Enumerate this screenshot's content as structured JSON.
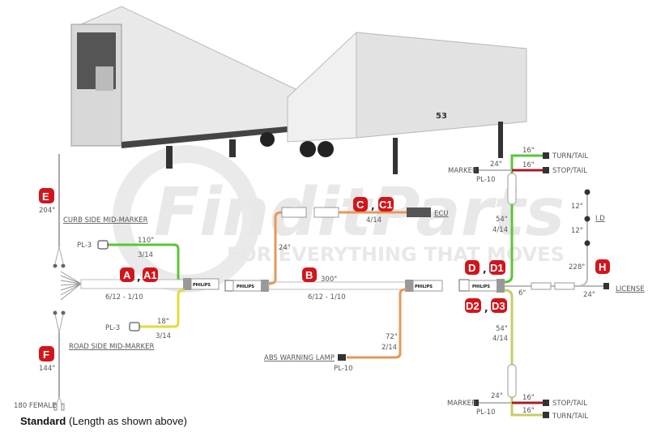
{
  "watermark": {
    "brand": "FinditParts",
    "tagline": "FOR EVERYTHING THAT MOVES"
  },
  "badges": {
    "E": "E",
    "F": "F",
    "A": "A",
    "A1": "A1",
    "B": "B",
    "C": "C",
    "C1": "C1",
    "D": "D",
    "D1": "D1",
    "D2": "D2",
    "D3": "D3",
    "H": "H",
    "comma": ","
  },
  "colors": {
    "badge": "#d0161c",
    "green": "#5cc43a",
    "yellow": "#e0dc3a",
    "orange": "#e39a5a",
    "red": "#a0202a",
    "olive": "#c8cc6a",
    "cable": "#bbbbbb"
  },
  "left": {
    "e_length": "204\"",
    "curb_label": "CURB SIDE MID-MARKER",
    "pl3_top": "PL-3",
    "green_len": "110\"",
    "green_gauge": "3/14",
    "main_gauge": "6/12 - 1/10",
    "pl3_bottom": "PL-3",
    "yellow_len": "18\"",
    "yellow_gauge": "3/14",
    "road_label": "ROAD SIDE MID-MARKER",
    "f_length": "144\"",
    "female": "180 FEMALE",
    "philips": "PHILIPS"
  },
  "middle": {
    "orange_up_len": "24\"",
    "ecu_gauge": "4/14",
    "ecu_label": "ECU",
    "b_length": "300\"",
    "b_gauge": "6/12 - 1/10",
    "abs_len": "72\"",
    "abs_gauge": "2/14",
    "abs_label": "ABS WARNING LAMP",
    "abs_plug": "PL-10"
  },
  "right": {
    "top": {
      "marker": "MARKER",
      "plug": "PL-10",
      "marker_len": "24\"",
      "turn_len": "16\"",
      "turn": "TURN/TAIL",
      "stop_len": "16\"",
      "stop": "STOP/TAIL",
      "len": "54\"",
      "gauge": "4/14"
    },
    "bottom": {
      "marker": "MARKER",
      "plug": "PL-10",
      "marker_len": "24\"",
      "stop_len": "16\"",
      "stop": "STOP/TAIL",
      "turn_len": "16\"",
      "turn": "TURN/TAIL",
      "len": "54\"",
      "gauge": "4/14"
    },
    "short_len": "6\"",
    "id_len1": "12\"",
    "id_len2": "12\"",
    "id_label": "I.D",
    "h_len": "228\"",
    "license_len": "24\"",
    "license": "LICENSE"
  },
  "caption": {
    "bold": "Standard",
    "rest": " (Length as shown above)"
  }
}
